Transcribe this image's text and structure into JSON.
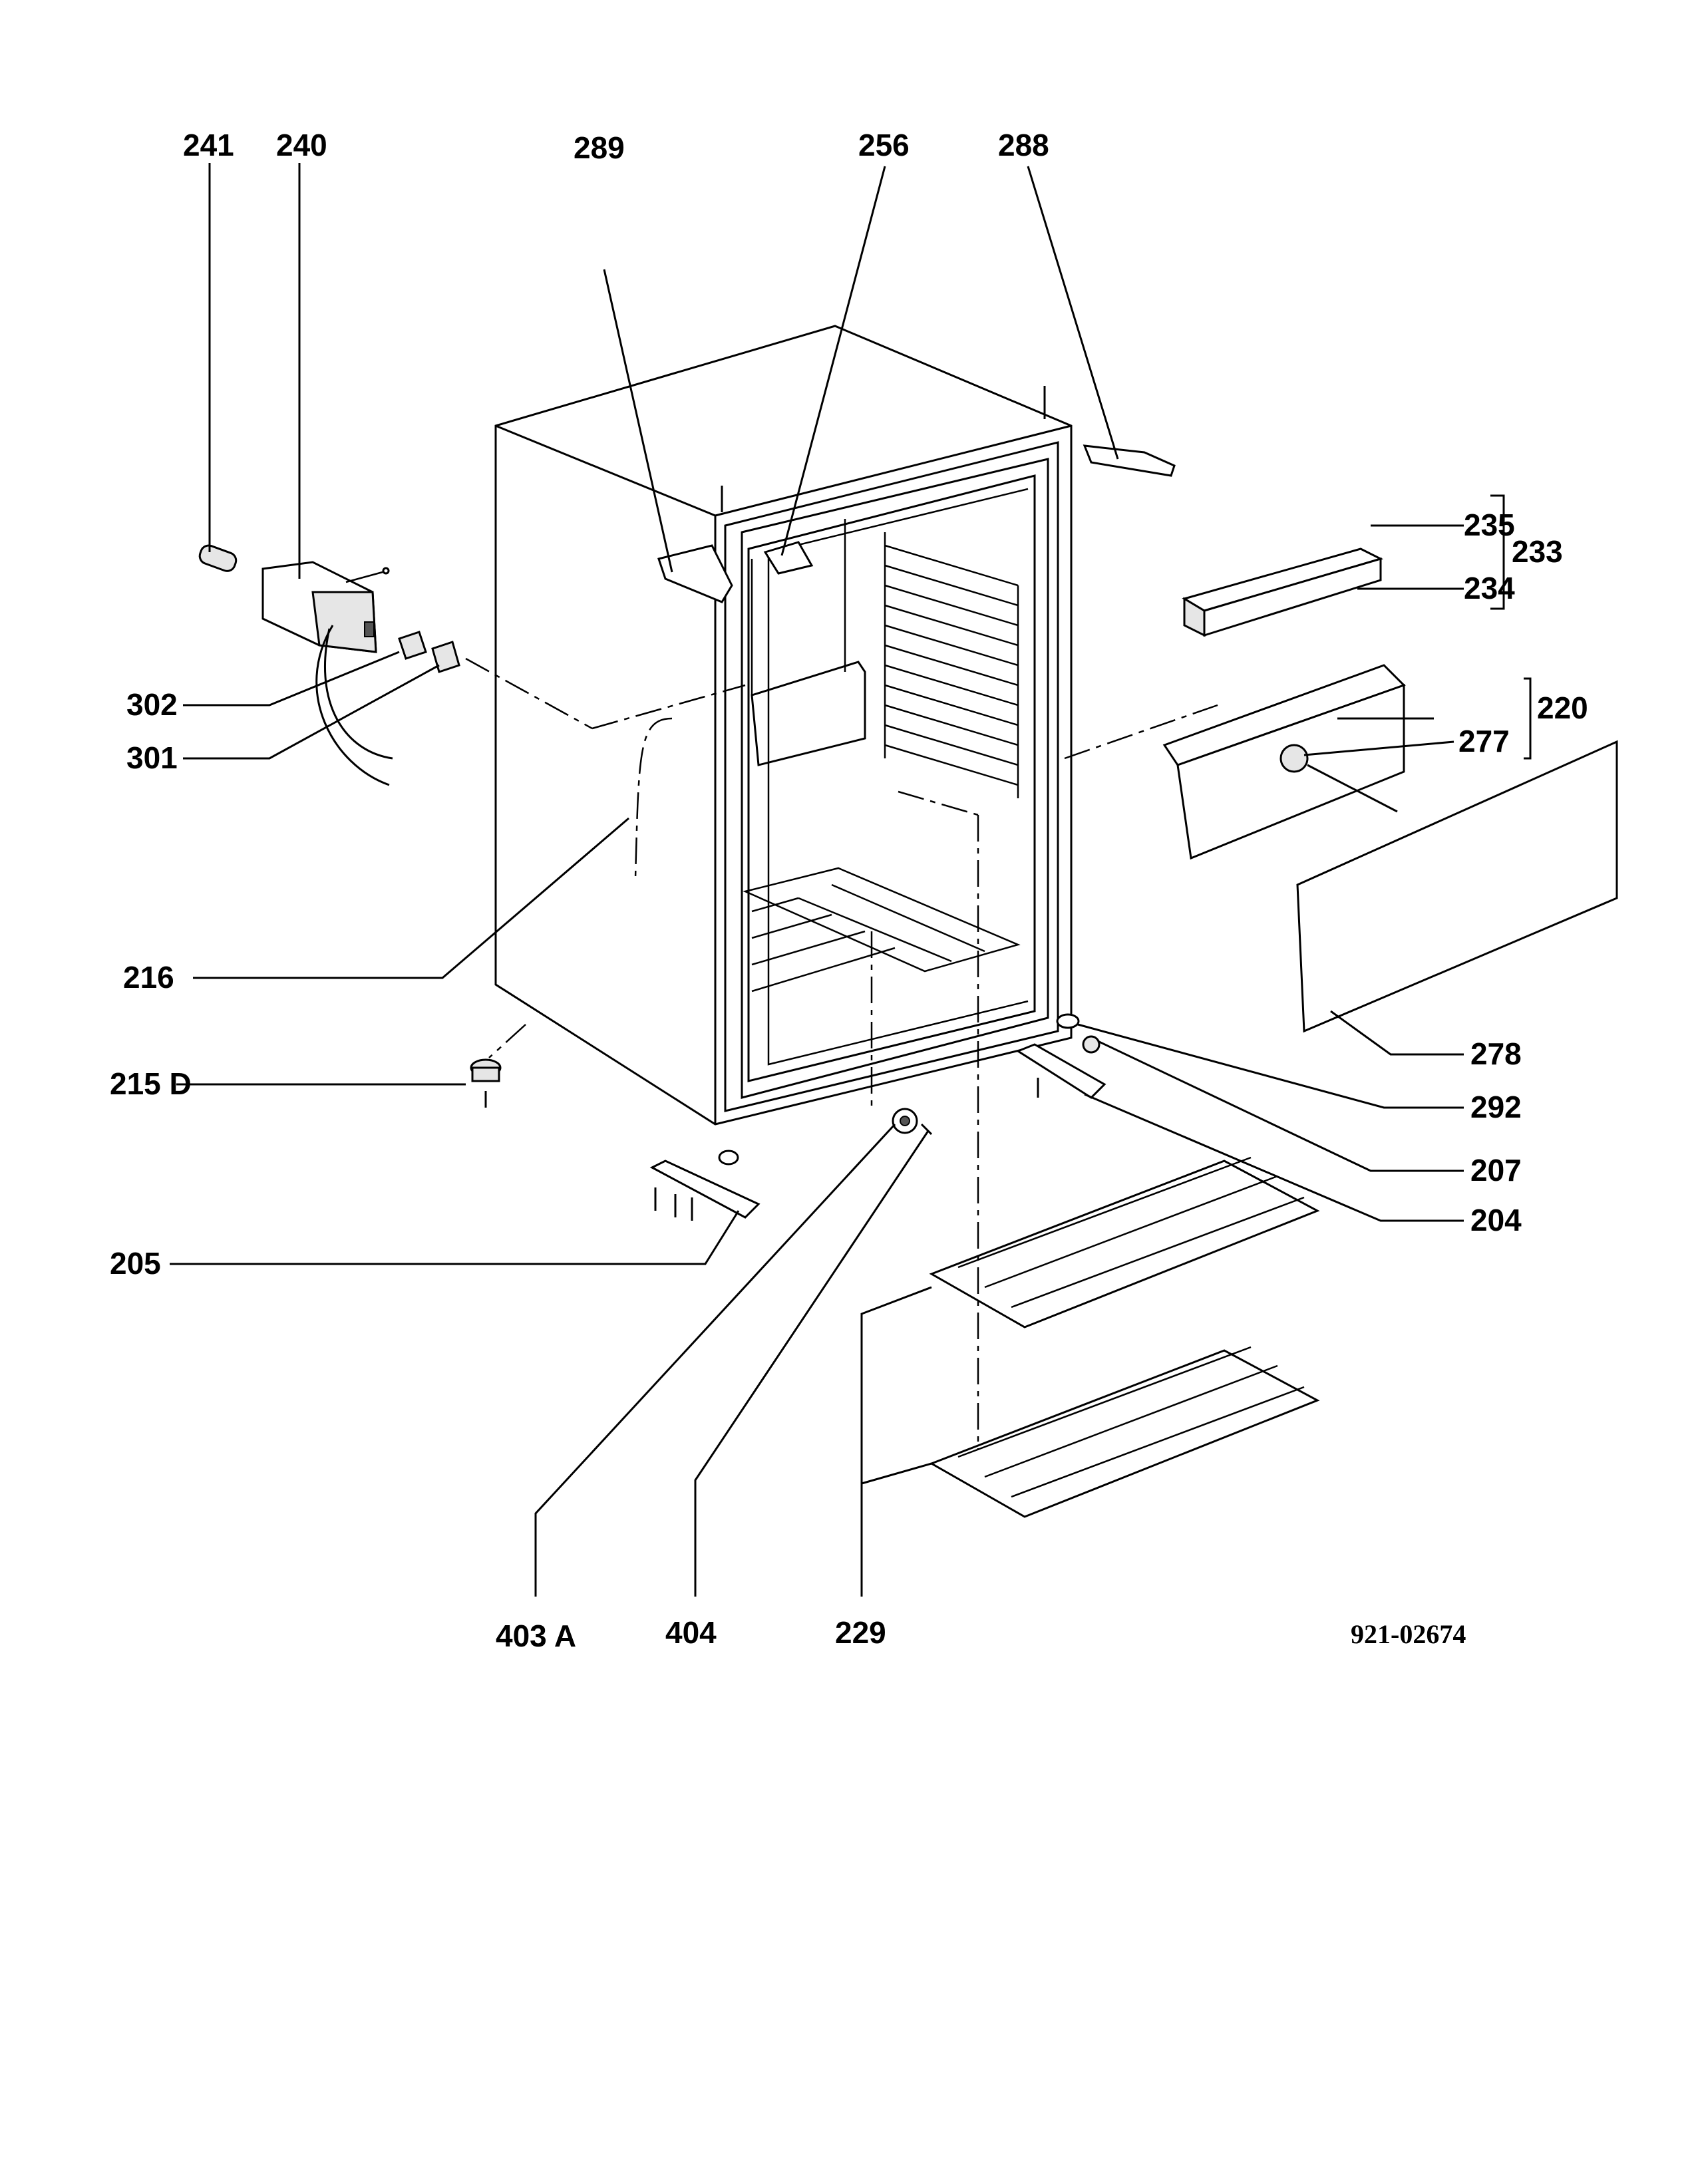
{
  "labels": {
    "p241": "241",
    "p240": "240",
    "p289": "289",
    "p256": "256",
    "p288": "288",
    "p235": "235",
    "p233": "233",
    "p234": "234",
    "p302": "302",
    "p301": "301",
    "p220": "220",
    "p277": "277",
    "p216": "216",
    "p278": "278",
    "p215d": "215 D",
    "p292": "292",
    "p207": "207",
    "p204": "204",
    "p205": "205",
    "p403a": "403 A",
    "p404": "404",
    "p229": "229"
  },
  "drawing_code": "921-02674"
}
